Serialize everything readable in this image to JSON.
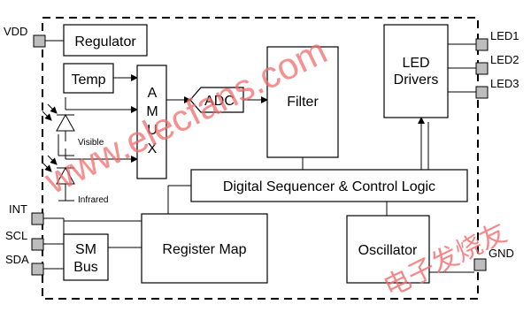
{
  "diagram": {
    "pins": {
      "vdd": "VDD",
      "int": "INT",
      "scl": "SCL",
      "sda": "SDA",
      "gnd": "GND",
      "led1": "LED1",
      "led2": "LED2",
      "led3": "LED3"
    },
    "blocks": {
      "regulator": "Regulator",
      "temp": "Temp",
      "amux": [
        "A",
        "M",
        "U",
        "X"
      ],
      "adc": "ADC",
      "filter": "Filter",
      "led_drivers": [
        "LED",
        "Drivers"
      ],
      "sequencer": "Digital Sequencer & Control Logic",
      "register_map": "Register Map",
      "oscillator": "Oscillator",
      "sm_bus": [
        "SM",
        "Bus"
      ]
    },
    "sensors": {
      "visible": "Visible",
      "infrared": "Infrared"
    },
    "watermark": {
      "url": "www.elecfans.com",
      "cn": "电子发烧友"
    }
  }
}
